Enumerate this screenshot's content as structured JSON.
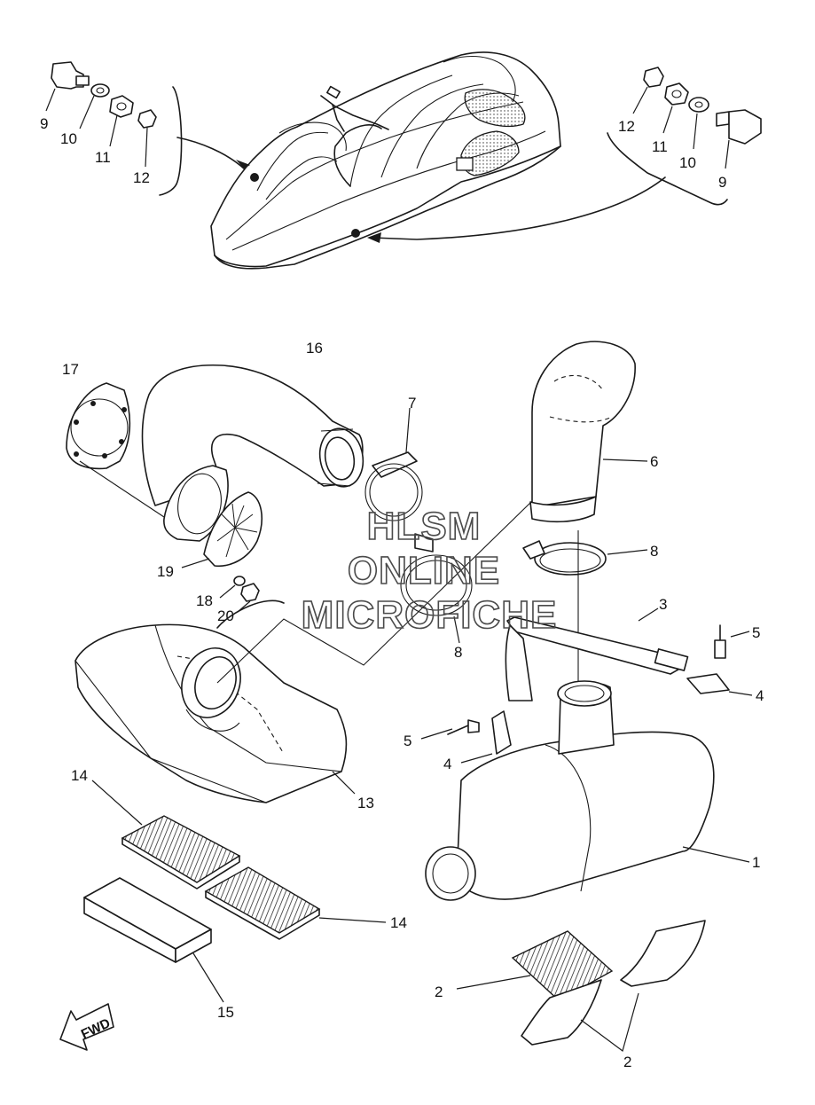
{
  "watermark": {
    "line1": "HLSM",
    "line2": "ONLINE",
    "line3": "MICROFICHE"
  },
  "direction_label": "FWD",
  "callouts": {
    "c1": "1",
    "c2a": "2",
    "c2b": "2",
    "c3": "3",
    "c4a": "4",
    "c4b": "4",
    "c5a": "5",
    "c5b": "5",
    "c6": "6",
    "c7": "7",
    "c8a": "8",
    "c8b": "8",
    "c9l": "9",
    "c10l": "10",
    "c11l": "11",
    "c12l": "12",
    "c9r": "9",
    "c10r": "10",
    "c11r": "11",
    "c12r": "12",
    "c13": "13",
    "c14a": "14",
    "c14b": "14",
    "c15": "15",
    "c16": "16",
    "c17": "17",
    "c18": "18",
    "c19": "19",
    "c20": "20"
  }
}
